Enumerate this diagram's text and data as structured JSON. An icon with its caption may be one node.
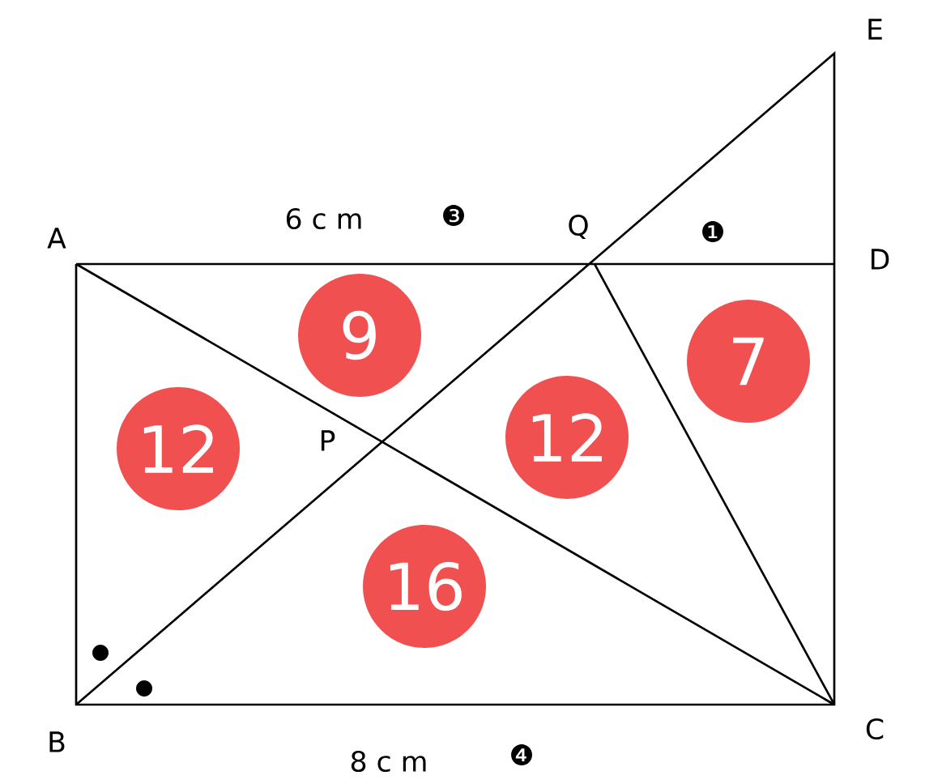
{
  "diagram": {
    "nodes": [
      {
        "text": [
          "9"
        ]
      },
      {
        "text": [
          "12"
        ]
      },
      {
        "text": [
          "12"
        ]
      },
      {
        "text": [
          "7"
        ]
      },
      {
        "text": [
          "16"
        ]
      }
    ],
    "labels": [
      "E",
      "A",
      "6 c m",
      "❸",
      "Q",
      "❶",
      "D",
      "P",
      "B",
      "C",
      "8 c m",
      "❹"
    ]
  }
}
